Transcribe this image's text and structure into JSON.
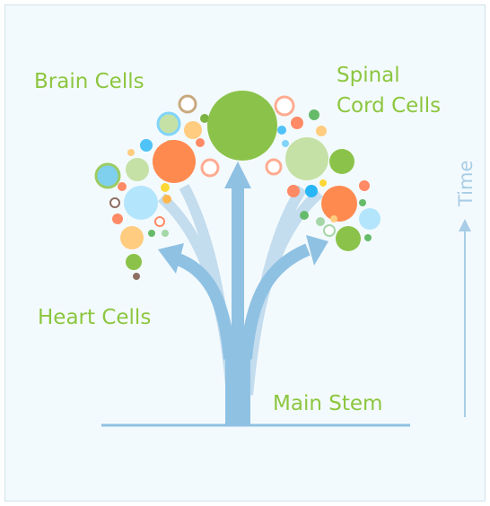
{
  "labels": {
    "brain": "Brain Cells",
    "spinal_line1": "Spinal",
    "spinal_line2": "Cord Cells",
    "heart": "Heart Cells",
    "main_stem": "Main Stem",
    "time": "Time"
  },
  "colors": {
    "green": "#8cc63f",
    "arrow_main": "#8fc1e3",
    "arrow_light": "#c3dcee",
    "time_axis": "#a9cde6",
    "frame_bg": "#f3fafd",
    "ground": "#8fc1e3"
  }
}
